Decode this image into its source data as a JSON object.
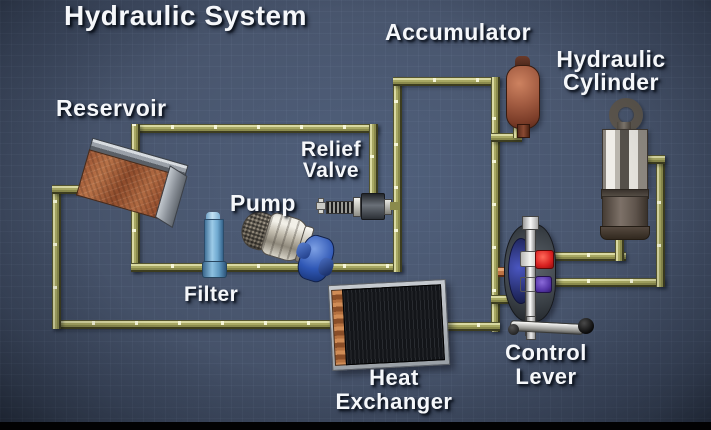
{
  "title": "Hydraulic System",
  "components": {
    "reservoir": {
      "label": "Reservoir"
    },
    "pump": {
      "label": "Pump"
    },
    "filter": {
      "label": "Filter"
    },
    "relief_valve": {
      "label_line1": "Relief",
      "label_line2": "Valve"
    },
    "accumulator": {
      "label": "Accumulator"
    },
    "hydraulic_cylinder": {
      "label_line1": "Hydraulic",
      "label_line2": "Cylinder"
    },
    "heat_exchanger": {
      "label_line1": "Heat",
      "label_line2": "Exchanger"
    },
    "control_lever": {
      "label_line1": "Control",
      "label_line2": "Lever"
    }
  },
  "colors": {
    "background": "#49566e",
    "pipe_olive": "#8a8a4c",
    "pipe_highlight": "#d9d9a1",
    "reservoir_copper": "#a65c38",
    "accumulator_brown": "#93503a",
    "filter_blue": "#7ab4d8",
    "pump_impeller_blue": "#2f57b5",
    "valve_red_port": "#d82020",
    "valve_purple_port": "#5636a8",
    "valve_inlet_copper": "#c07444",
    "label_text": "#f5f7fa"
  }
}
